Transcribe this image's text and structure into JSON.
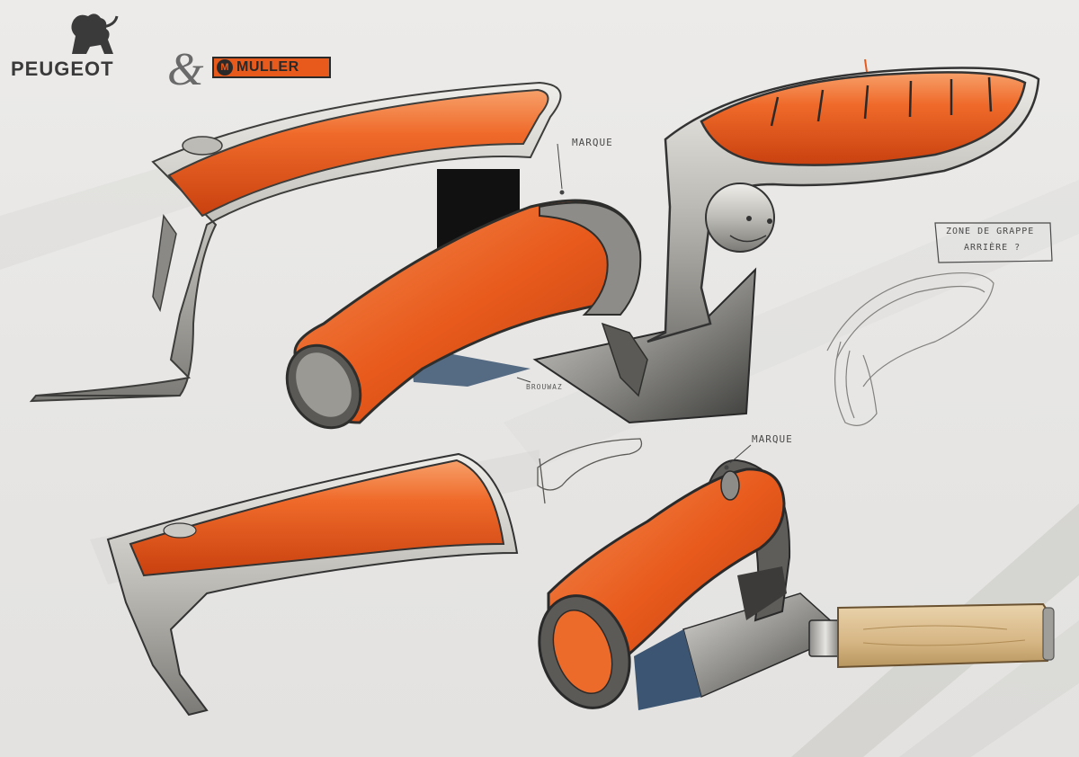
{
  "logo": {
    "brand_left": "PEUGEOT",
    "ampersand": "&",
    "brand_right": "MULLER",
    "brand_right_mark": "M",
    "lion_icon": "lion-rampant-icon"
  },
  "annotations": {
    "marque_top": "MARQUE",
    "marque_bottom": "MARQUE",
    "note_line1": "ZONE DE GRAPPE",
    "note_line2": "ARRIÈRE ?",
    "signature": "BROUWAZ"
  },
  "colors": {
    "orange": "#e85a1c",
    "orange_light": "#f4894f",
    "metal": "#c9c7c2",
    "metal_dark": "#5c5b58",
    "blade_blue": "#3b5572",
    "wood": "#d9bd92",
    "paper": "#e9e8e6"
  }
}
